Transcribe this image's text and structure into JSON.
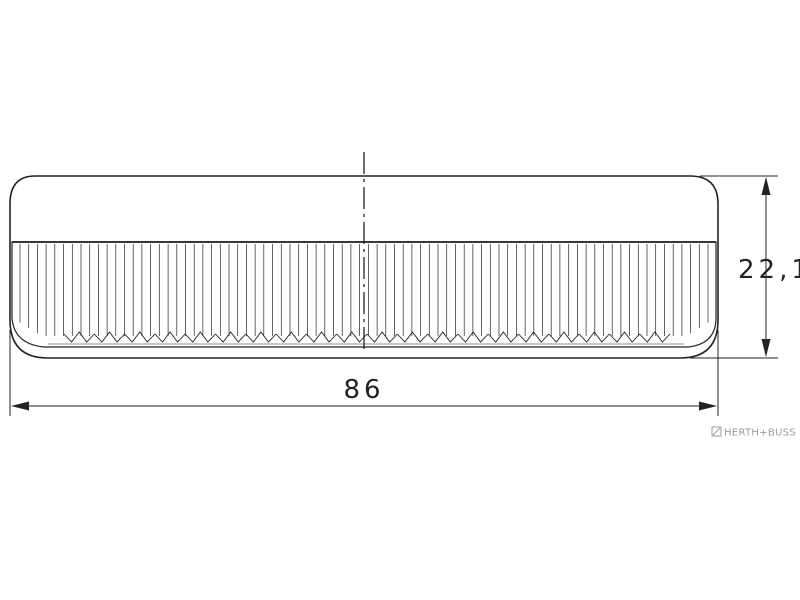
{
  "drawing": {
    "line_color": "#222222",
    "dimensions": {
      "width_label": "86",
      "height_label": "22,1"
    },
    "rib_count": 80,
    "tooth_count": 20,
    "watermark": {
      "text": "HERTH+BUSS",
      "icon": "hb-logo-icon",
      "color": "#9a9a9a"
    }
  }
}
